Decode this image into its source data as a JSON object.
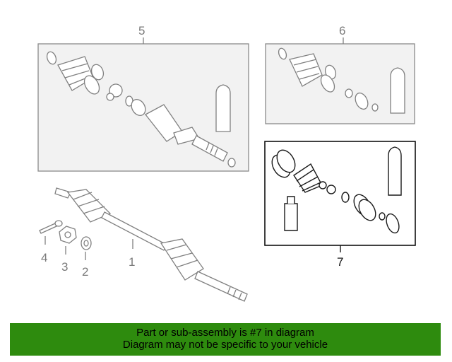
{
  "diagram": {
    "callouts": {
      "c1": "1",
      "c2": "2",
      "c3": "3",
      "c4": "4",
      "c5": "5",
      "c6": "6",
      "c7": "7"
    },
    "highlighted_part": "7",
    "colors": {
      "part_lines": "#808080",
      "highlight_lines": "#1a1a1a",
      "banner_bg": "#2e8b0e"
    }
  },
  "banner": {
    "line1": "Part or sub-assembly is #7 in diagram",
    "line2": "Diagram may not be specific to your vehicle"
  }
}
